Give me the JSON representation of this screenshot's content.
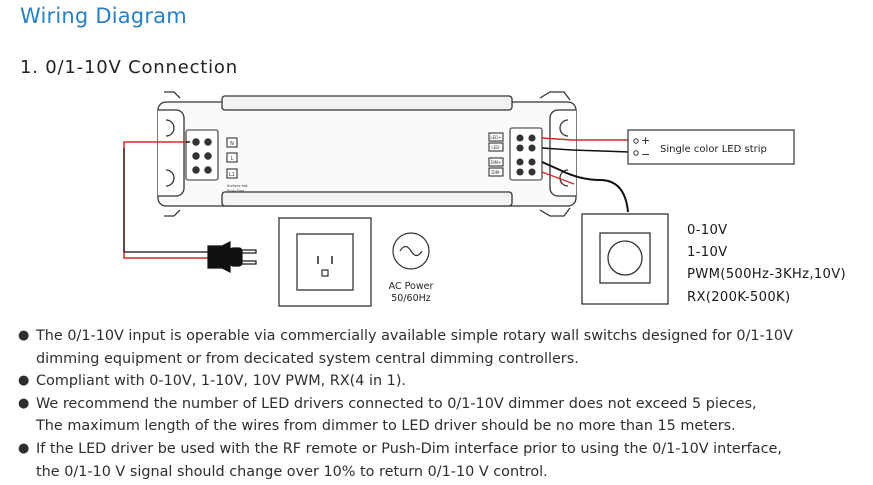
{
  "title": "Wiring Diagram",
  "section": "1. 0/1-10V Connection",
  "diagram": {
    "driver_left_terminals": [
      "N",
      "L",
      "L1"
    ],
    "driver_left_small_text": "Surface hot\nPush-Dim",
    "driver_right_terminals": [
      "LED+",
      "LED-",
      "DIM+",
      "DIM-"
    ],
    "led_strip": {
      "plus": "+",
      "minus": "−",
      "label": "Single color LED strip"
    },
    "ac_power": {
      "line1": "AC Power",
      "line2": "50/60Hz"
    },
    "controller_types": [
      "0-10V",
      "1-10V",
      "PWM(500Hz-3KHz,10V)",
      "RX(200K-500K)"
    ]
  },
  "notes": [
    {
      "lines": [
        "The 0/1-10V input is operable via commercially available simple rotary wall switchs designed for 0/1-10V",
        "dimming equipment or from decicated system central dimming controllers."
      ]
    },
    {
      "lines": [
        "Compliant with 0-10V, 1-10V, 10V PWM, RX(4 in 1)."
      ]
    },
    {
      "lines": [
        "We recommend the number of LED drivers connected to 0/1-10V dimmer does not exceed 5 pieces,",
        "The maximum length of the wires from dimmer to LED driver should be no more than 15 meters."
      ]
    },
    {
      "lines": [
        " If the LED driver be used with the RF remote or Push-Dim interface prior to using the 0/1-10V interface,",
        " the 0/1-10 V signal should change over 10% to return 0/1-10 V control."
      ]
    }
  ],
  "colors": {
    "title": "#2a7fc1",
    "wire_red": "#d42a2a",
    "wire_black": "#111111",
    "outline": "#333333"
  }
}
